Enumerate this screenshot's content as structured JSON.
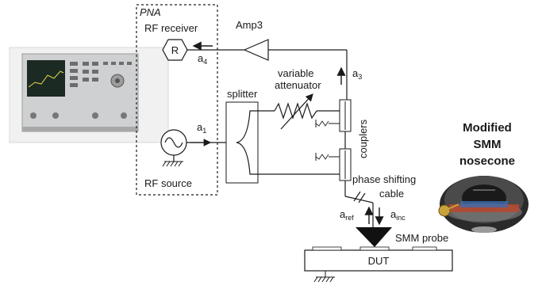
{
  "labels": {
    "pna": "PNA",
    "rf_receiver": "RF receiver",
    "receiver_letter": "R",
    "rf_source": "RF source",
    "amp": "Amp3",
    "variable": "variable",
    "attenuator": "attenuator",
    "splitter": "splitter",
    "couplers": "couplers",
    "phase_shifting": "phase shifting",
    "cable": "cable",
    "smm_probe": "SMM probe",
    "dut": "DUT",
    "a4_base": "a",
    "a4_sub": "4",
    "a3_base": "a",
    "a3_sub": "3",
    "a1_base": "a",
    "a1_sub": "1",
    "aref_base": "a",
    "aref_sub": "ref",
    "ainc_base": "a",
    "ainc_sub": "inc",
    "nosecone_1": "Modified",
    "nosecone_2": "SMM",
    "nosecone_3": "nosecone"
  },
  "colors": {
    "line": "#1a1a1a",
    "instrument_body": "#c9cacc",
    "instrument_screen": "#1b2a22",
    "nosecone_ring": "#2a2a2a",
    "nosecone_accent": "#b8482e",
    "nosecone_gold": "#c8a23a"
  }
}
